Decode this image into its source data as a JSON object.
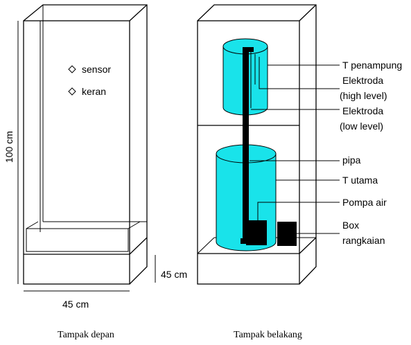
{
  "front_view": {
    "caption": "Tampak depan",
    "legend": [
      {
        "marker": "diamond-icon",
        "label": "sensor"
      },
      {
        "marker": "diamond-icon",
        "label": "keran"
      }
    ],
    "dim_height": "100 cm",
    "dim_width": "45 cm",
    "dim_depth": "45 cm"
  },
  "back_view": {
    "caption": "Tampak belakang",
    "labels": {
      "t_penampung": "T penampung",
      "elektroda_high_1": "Elektroda",
      "elektroda_high_2": "(high level)",
      "elektroda_low_1": "Elektroda",
      "elektroda_low_2": "(low level)",
      "pipa": "pipa",
      "t_utama": "T utama",
      "pompa_air": "Pompa air",
      "box_1": "Box",
      "box_2": "rangkaian"
    }
  },
  "colors": {
    "tank_fill": "#19E3EA",
    "component_fill": "#000000"
  }
}
